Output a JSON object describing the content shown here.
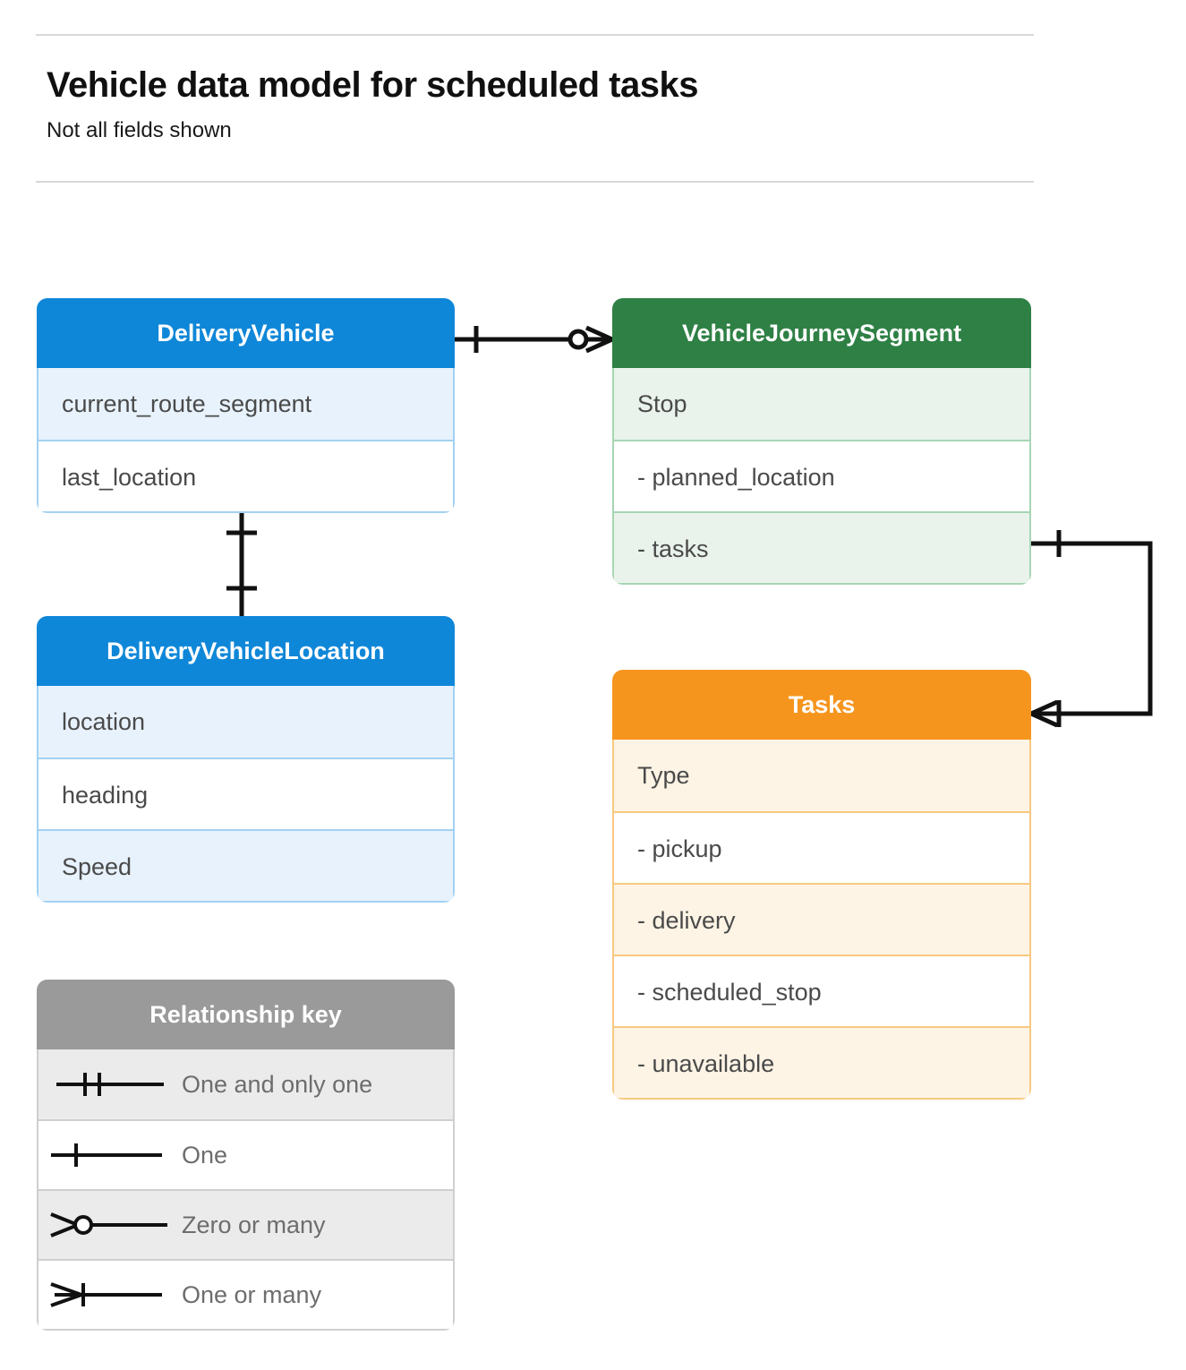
{
  "header": {
    "title": "Vehicle data model for scheduled tasks",
    "subtitle": "Not all fields shown"
  },
  "colors": {
    "blue_header": "#0f87d8",
    "blue_row": "#e8f2fc",
    "blue_border": "#a3d1f2",
    "green_header": "#2e8044",
    "green_row": "#e9f3ec",
    "green_border": "#a8d5b4",
    "orange_header": "#f6951e",
    "orange_row": "#fdf4e5",
    "orange_border": "#f8c880",
    "gray_header": "#9a9a9a",
    "gray_row": "#ebebeb",
    "line": "#111111"
  },
  "entities": {
    "delivery_vehicle": {
      "name": "DeliveryVehicle",
      "rows": [
        "current_route_segment",
        "last_location"
      ]
    },
    "vehicle_journey_segment": {
      "name": "VehicleJourneySegment",
      "rows": [
        "Stop",
        "-  planned_location",
        "- tasks"
      ]
    },
    "delivery_vehicle_location": {
      "name": "DeliveryVehicleLocation",
      "rows": [
        "location",
        "heading",
        "Speed"
      ]
    },
    "tasks": {
      "name": "Tasks",
      "rows": [
        "Type",
        "-  pickup",
        "-  delivery",
        "-  scheduled_stop",
        "-  unavailable"
      ]
    }
  },
  "legend": {
    "title": "Relationship key",
    "items": [
      {
        "symbol": "one-and-only-one",
        "label": "One and only one"
      },
      {
        "symbol": "one",
        "label": "One"
      },
      {
        "symbol": "zero-or-many",
        "label": "Zero or many"
      },
      {
        "symbol": "one-or-many",
        "label": "One or many"
      }
    ]
  },
  "relationships": [
    {
      "from": "DeliveryVehicle",
      "to": "VehicleJourneySegment",
      "from_cardinality": "One",
      "to_cardinality": "Zero or many"
    },
    {
      "from": "DeliveryVehicle",
      "to": "DeliveryVehicleLocation",
      "from_cardinality": "One",
      "to_cardinality": "One"
    },
    {
      "from": "VehicleJourneySegment.tasks",
      "to": "Tasks",
      "from_cardinality": "One",
      "to_cardinality": "One or many"
    }
  ]
}
